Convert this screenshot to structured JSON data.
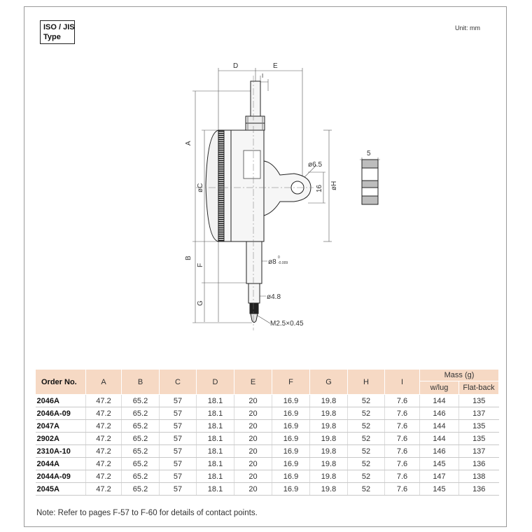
{
  "type_label": [
    "ISO / JIS",
    "Type"
  ],
  "unit": "Unit: mm",
  "drawing": {
    "dim_D": "D",
    "dim_E": "E",
    "dim_I": "I",
    "dim_A": "A",
    "dim_C": "øC",
    "dim_B": "B",
    "dim_F": "F",
    "dim_G": "G",
    "dim_H": "øH",
    "hole": "ø6.5",
    "lug_h": "16",
    "stem": "ø8",
    "stem_tol_upper": "0",
    "stem_tol_lower": "-0.009",
    "tip_dia": "ø4.8",
    "thread": "M2.5×0.45",
    "lug_thickness": "5"
  },
  "table": {
    "headers": {
      "order": "Order No.",
      "cols": [
        "A",
        "B",
        "C",
        "D",
        "E",
        "F",
        "G",
        "H",
        "I"
      ],
      "mass": "Mass (g)",
      "mass_sub": [
        "w/lug",
        "Flat-back"
      ]
    },
    "rows": [
      [
        "2046A",
        "47.2",
        "65.2",
        "57",
        "18.1",
        "20",
        "16.9",
        "19.8",
        "52",
        "7.6",
        "144",
        "135"
      ],
      [
        "2046A-09",
        "47.2",
        "65.2",
        "57",
        "18.1",
        "20",
        "16.9",
        "19.8",
        "52",
        "7.6",
        "146",
        "137"
      ],
      [
        "2047A",
        "47.2",
        "65.2",
        "57",
        "18.1",
        "20",
        "16.9",
        "19.8",
        "52",
        "7.6",
        "144",
        "135"
      ],
      [
        "2902A",
        "47.2",
        "65.2",
        "57",
        "18.1",
        "20",
        "16.9",
        "19.8",
        "52",
        "7.6",
        "144",
        "135"
      ],
      [
        "2310A-10",
        "47.2",
        "65.2",
        "57",
        "18.1",
        "20",
        "16.9",
        "19.8",
        "52",
        "7.6",
        "146",
        "137"
      ],
      [
        "2044A",
        "47.2",
        "65.2",
        "57",
        "18.1",
        "20",
        "16.9",
        "19.8",
        "52",
        "7.6",
        "145",
        "136"
      ],
      [
        "2044A-09",
        "47.2",
        "65.2",
        "57",
        "18.1",
        "20",
        "16.9",
        "19.8",
        "52",
        "7.6",
        "147",
        "138"
      ],
      [
        "2045A",
        "47.2",
        "65.2",
        "57",
        "18.1",
        "20",
        "16.9",
        "19.8",
        "52",
        "7.6",
        "145",
        "136"
      ]
    ]
  },
  "note": "Note: Refer to pages F-57 to F-60 for details of contact points."
}
